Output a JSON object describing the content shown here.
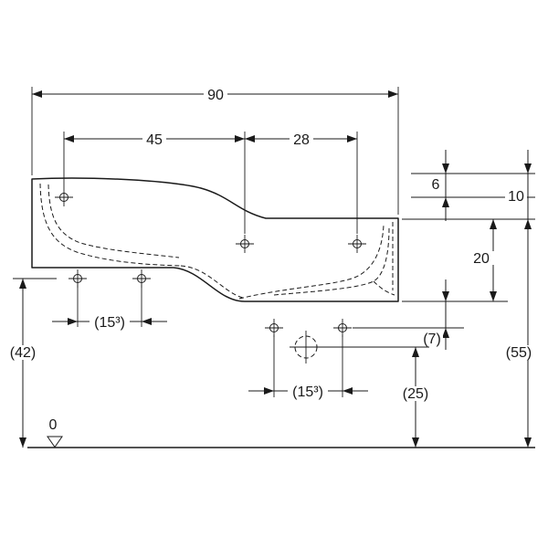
{
  "drawing": {
    "background": "#ffffff",
    "line_color": "#1a1a1a",
    "labels": {
      "d90": "90",
      "d45": "45",
      "d28": "28",
      "d6": "6",
      "d10": "10",
      "d20": "20",
      "d7": "(7)",
      "d55": "(55)",
      "d25": "(25)",
      "d42": "(42)",
      "d15_upper": "(15³)",
      "d15_lower": "(15³)",
      "datum": "0"
    }
  }
}
